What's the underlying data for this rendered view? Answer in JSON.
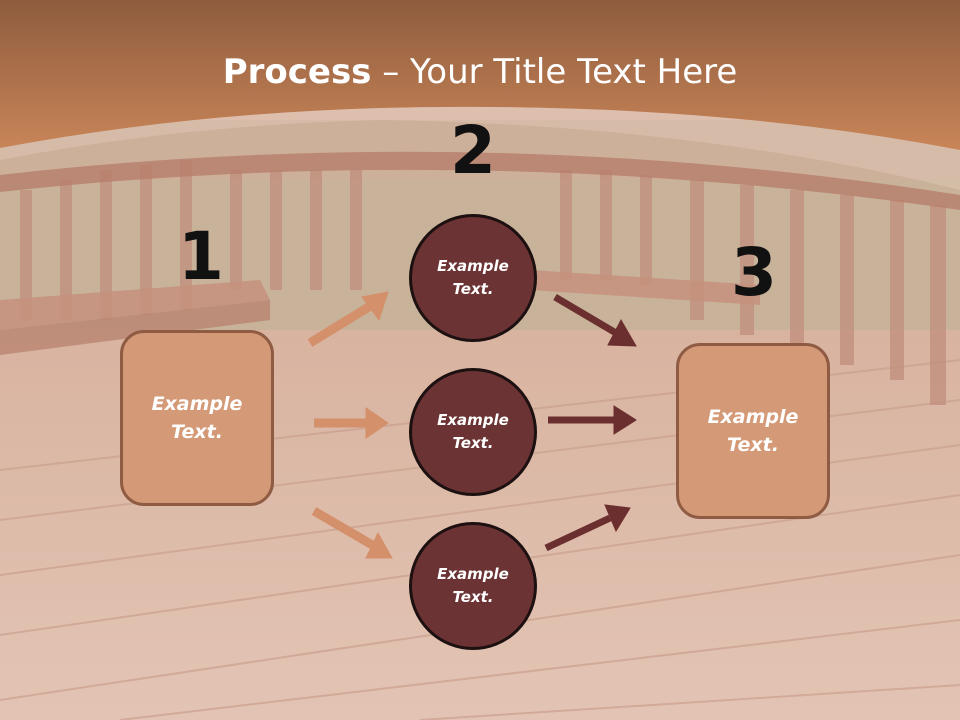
{
  "title": {
    "bold": "Process",
    "rest": " – Your Title Text Here"
  },
  "steps": {
    "one": "1",
    "two": "2",
    "three": "3"
  },
  "left_box": "Example\nText.",
  "right_box": "Example\nText.",
  "circles": [
    "Example\nText.",
    "Example\nText.",
    "Example\nText."
  ],
  "colors": {
    "header_band": "#c07850",
    "box_fill": "#d49a77",
    "box_border": "#8f5b43",
    "circle_fill": "#6b3333",
    "light_arrow": "#d4906a",
    "dark_arrow": "#6b2f2f"
  }
}
